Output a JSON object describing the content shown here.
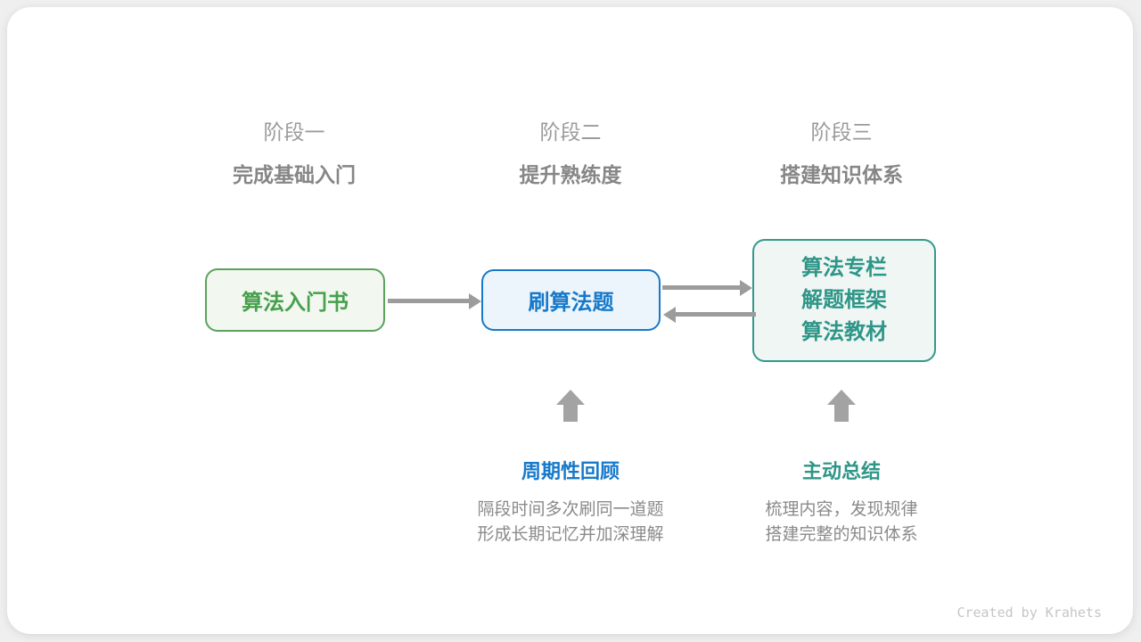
{
  "stages": [
    {
      "label": "阶段一",
      "subtitle": "完成基础入门"
    },
    {
      "label": "阶段二",
      "subtitle": "提升熟练度"
    },
    {
      "label": "阶段三",
      "subtitle": "搭建知识体系"
    }
  ],
  "nodes": {
    "intro_book": {
      "label": "算法入门书"
    },
    "practice": {
      "label": "刷算法题"
    },
    "knowledge": {
      "lines": [
        "算法专栏",
        "解题框架",
        "算法教材"
      ]
    }
  },
  "annotations": [
    {
      "title": "周期性回顾",
      "lines": [
        "隔段时间多次刷同一道题",
        "形成长期记忆并加深理解"
      ]
    },
    {
      "title": "主动总结",
      "lines": [
        "梳理内容，发现规律",
        "搭建完整的知识体系"
      ]
    }
  ],
  "footer": {
    "credit": "Created by Krahets"
  },
  "colors": {
    "green_border": "#5ba25c",
    "green_text": "#47a04d",
    "green_bg": "#f2f8f0",
    "blue_border": "#1779c9",
    "blue_text": "#1779c9",
    "blue_bg": "#edf5fc",
    "teal_border": "#35988b",
    "teal_text": "#2e9688",
    "teal_bg": "#eff6f3",
    "arrow_grey": "#9c9c9c",
    "up_arrow_grey": "#a3a3a3",
    "stage_label_grey": "#9b9b9b",
    "stage_subtitle_grey": "#868686",
    "desc_grey": "#8a8a8a",
    "credit_grey": "#c6c6c6",
    "card_bg": "#ffffff",
    "page_bg": "#efeff0"
  }
}
